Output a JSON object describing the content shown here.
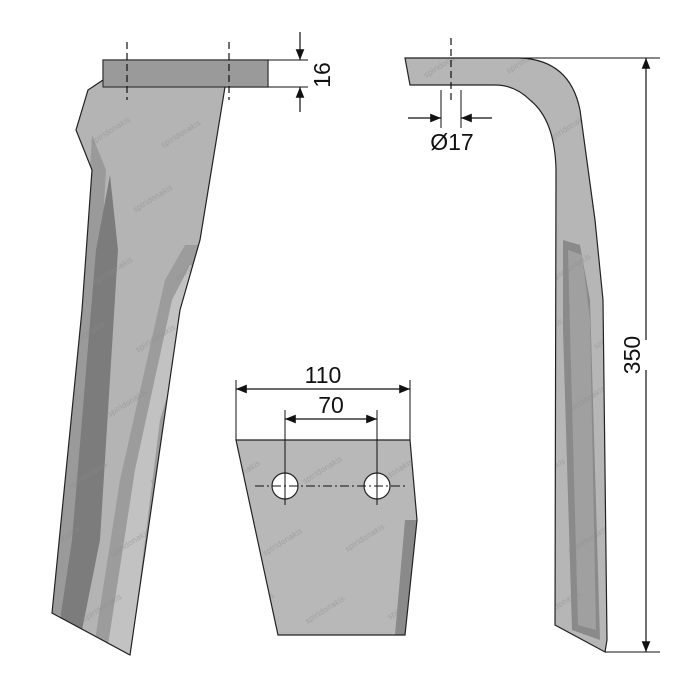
{
  "colors": {
    "background": "#ffffff",
    "metal_fill": "#b4b4b4",
    "metal_dark": "#7a7a7a",
    "metal_light": "#d4d4d4",
    "plate_fill": "#b8b8b8",
    "line": "#111111"
  },
  "dimensions": {
    "thickness": "16",
    "hole_diameter": "Ø17",
    "overall_height": "350",
    "plate_width": "110",
    "hole_spacing": "70"
  },
  "watermark": "spiridonakis"
}
